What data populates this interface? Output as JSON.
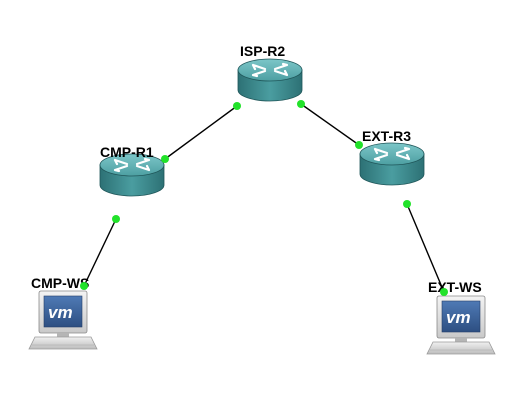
{
  "colors": {
    "background": "#ffffff",
    "link": "#000000",
    "port_status": "#22e22a",
    "router_body": "#3f8f92",
    "router_top": "#5fb3b6",
    "vm_screen": "#3a5f95"
  },
  "nodes": {
    "isp_r2": {
      "label": "ISP-R2",
      "type": "router",
      "icon": "router-icon"
    },
    "cmp_r1": {
      "label": "CMP-R1",
      "type": "router",
      "icon": "router-icon"
    },
    "ext_r3": {
      "label": "EXT-R3",
      "type": "router",
      "icon": "router-icon"
    },
    "cmp_ws": {
      "label": "CMP-WS",
      "type": "vm-workstation",
      "icon": "vm-workstation-icon",
      "screen_text": "vm"
    },
    "ext_ws": {
      "label": "EXT-WS",
      "type": "vm-workstation",
      "icon": "vm-workstation-icon",
      "screen_text": "vm"
    }
  },
  "links": [
    {
      "from": "CMP-R1",
      "to": "ISP-R2",
      "status": "up"
    },
    {
      "from": "ISP-R2",
      "to": "EXT-R3",
      "status": "up"
    },
    {
      "from": "CMP-R1",
      "to": "CMP-WS",
      "status": "up"
    },
    {
      "from": "EXT-R3",
      "to": "EXT-WS",
      "status": "up"
    }
  ]
}
